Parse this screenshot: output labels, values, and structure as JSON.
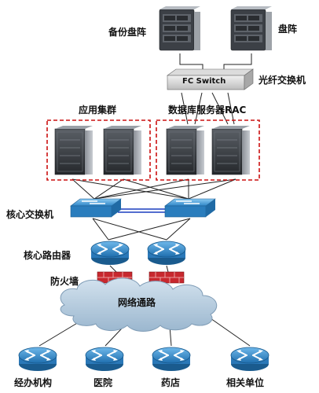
{
  "storage": {
    "backup_label": "备份盘阵",
    "array_label": "盘阵"
  },
  "fc_switch": {
    "device_label": "FC Switch",
    "caption": "光纤交换机"
  },
  "clusters": {
    "app_label": "应用集群",
    "db_label": "数据库服务器RAC"
  },
  "core_switch_label": "核心交换机",
  "core_router_label": "核心路由器",
  "firewall_label": "防火墙",
  "network_label": "网络通路",
  "endpoints": [
    "经办机构",
    "医院",
    "药店",
    "相关单位"
  ],
  "colors": {
    "cluster_border": "#cc1111",
    "device_blue": "#3a8fd0",
    "firewall_red": "#c8282e",
    "cloud": "#b5ccdf"
  }
}
